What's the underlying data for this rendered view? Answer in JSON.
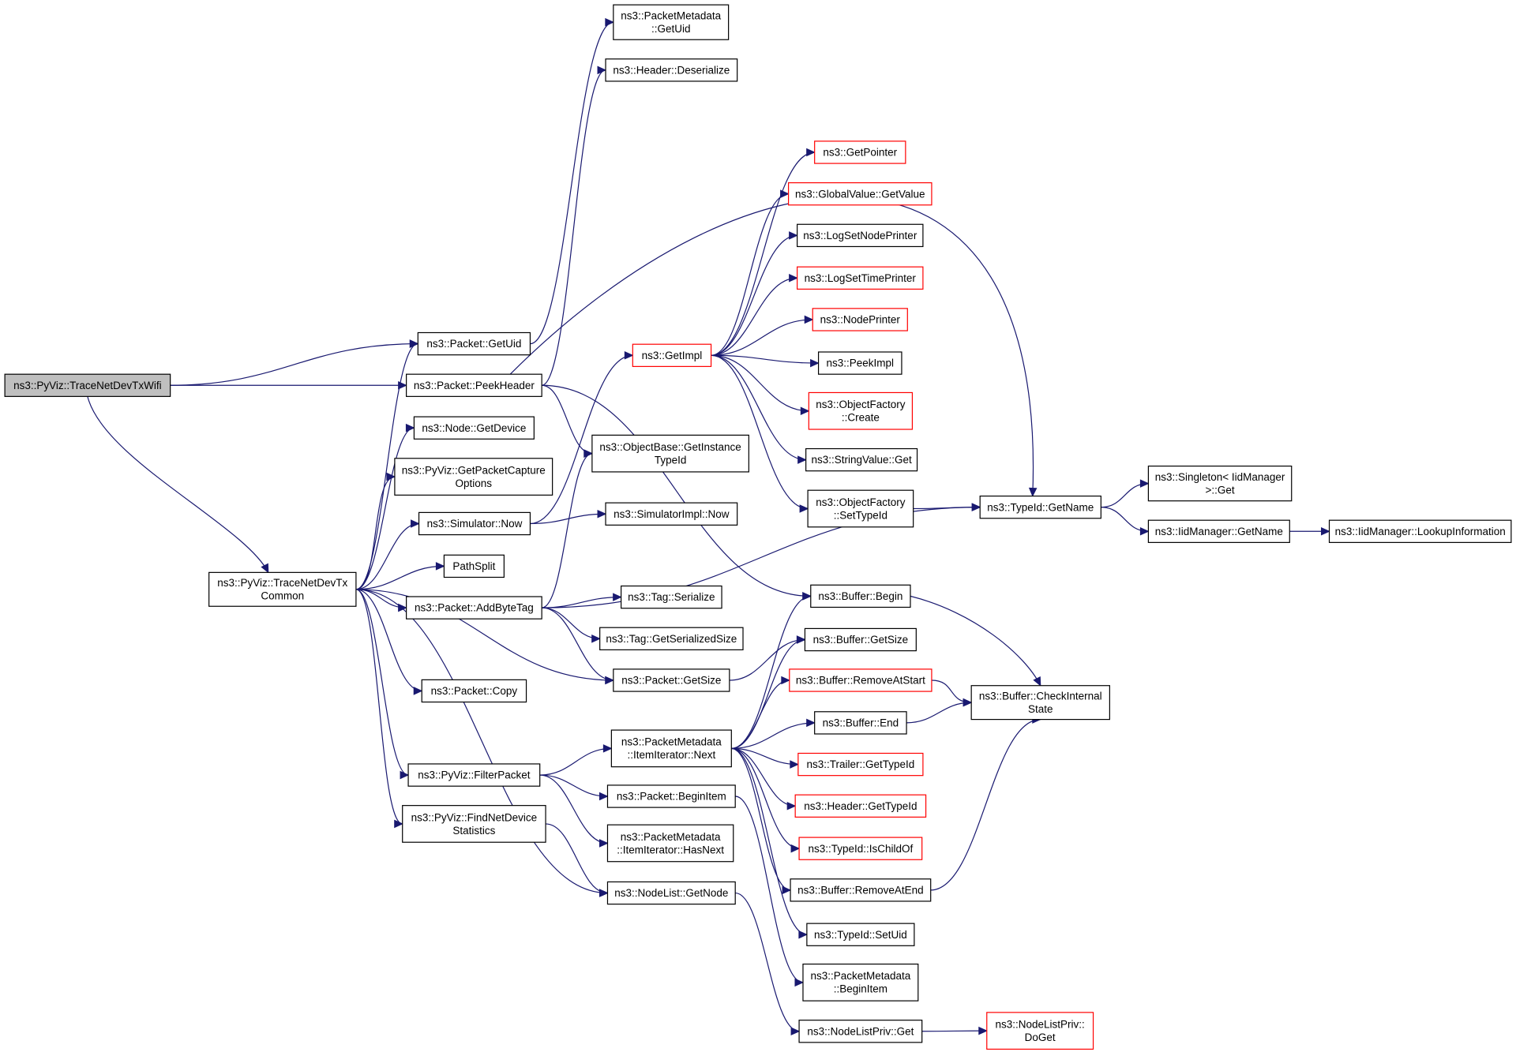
{
  "colors": {
    "edge": "#191970",
    "node_border": "#000000",
    "truncated_border": "#ff0000",
    "root_fill": "#bfbfbf",
    "background": "#ffffff"
  },
  "nodes": {
    "traceWifi": {
      "lines": [
        "ns3::PyViz::TraceNetDevTxWifi"
      ],
      "style": "root"
    },
    "traceCommon": {
      "lines": [
        "ns3::PyViz::TraceNetDevTx",
        "Common"
      ],
      "style": "normal"
    },
    "pktGetUid": {
      "lines": [
        "ns3::Packet::GetUid"
      ],
      "style": "normal"
    },
    "pktPeekHeader": {
      "lines": [
        "ns3::Packet::PeekHeader"
      ],
      "style": "normal"
    },
    "nodeGetDevice": {
      "lines": [
        "ns3::Node::GetDevice"
      ],
      "style": "normal"
    },
    "getPacketCapture": {
      "lines": [
        "ns3::PyViz::GetPacketCapture",
        "Options"
      ],
      "style": "normal"
    },
    "simNow": {
      "lines": [
        "ns3::Simulator::Now"
      ],
      "style": "normal"
    },
    "pathSplit": {
      "lines": [
        "PathSplit"
      ],
      "style": "normal"
    },
    "addByteTag": {
      "lines": [
        "ns3::Packet::AddByteTag"
      ],
      "style": "normal"
    },
    "pktCopy": {
      "lines": [
        "ns3::Packet::Copy"
      ],
      "style": "normal"
    },
    "filterPacket": {
      "lines": [
        "ns3::PyViz::FilterPacket"
      ],
      "style": "normal"
    },
    "findNetDevStats": {
      "lines": [
        "ns3::PyViz::FindNetDevice",
        "Statistics"
      ],
      "style": "normal"
    },
    "metaGetUid": {
      "lines": [
        "ns3::PacketMetadata",
        "::GetUid"
      ],
      "style": "normal"
    },
    "headerDeserialize": {
      "lines": [
        "ns3::Header::Deserialize"
      ],
      "style": "normal"
    },
    "getImpl": {
      "lines": [
        "ns3::GetImpl"
      ],
      "style": "truncated"
    },
    "objBaseGetInstance": {
      "lines": [
        "ns3::ObjectBase::GetInstance",
        "TypeId"
      ],
      "style": "normal"
    },
    "simImplNow": {
      "lines": [
        "ns3::SimulatorImpl::Now"
      ],
      "style": "normal"
    },
    "tagSerialize": {
      "lines": [
        "ns3::Tag::Serialize"
      ],
      "style": "normal"
    },
    "tagGetSerSize": {
      "lines": [
        "ns3::Tag::GetSerializedSize"
      ],
      "style": "normal"
    },
    "pktGetSize": {
      "lines": [
        "ns3::Packet::GetSize"
      ],
      "style": "normal"
    },
    "itemIterNext": {
      "lines": [
        "ns3::PacketMetadata",
        "::ItemIterator::Next"
      ],
      "style": "normal"
    },
    "pktBeginItem": {
      "lines": [
        "ns3::Packet::BeginItem"
      ],
      "style": "normal"
    },
    "itemIterHasNext": {
      "lines": [
        "ns3::PacketMetadata",
        "::ItemIterator::HasNext"
      ],
      "style": "normal"
    },
    "nodeListGetNode": {
      "lines": [
        "ns3::NodeList::GetNode"
      ],
      "style": "normal"
    },
    "getPointer": {
      "lines": [
        "ns3::GetPointer"
      ],
      "style": "truncated"
    },
    "globalValueGet": {
      "lines": [
        "ns3::GlobalValue::GetValue"
      ],
      "style": "truncated"
    },
    "logSetNodePrinter": {
      "lines": [
        "ns3::LogSetNodePrinter"
      ],
      "style": "normal"
    },
    "logSetTimePrinter": {
      "lines": [
        "ns3::LogSetTimePrinter"
      ],
      "style": "truncated"
    },
    "nodePrinter": {
      "lines": [
        "ns3::NodePrinter"
      ],
      "style": "truncated"
    },
    "peekImpl": {
      "lines": [
        "ns3::PeekImpl"
      ],
      "style": "normal"
    },
    "objFactoryCreate": {
      "lines": [
        "ns3::ObjectFactory",
        "::Create"
      ],
      "style": "truncated"
    },
    "stringValueGet": {
      "lines": [
        "ns3::StringValue::Get"
      ],
      "style": "normal"
    },
    "objFactorySetTypeId": {
      "lines": [
        "ns3::ObjectFactory",
        "::SetTypeId"
      ],
      "style": "normal"
    },
    "bufferBegin": {
      "lines": [
        "ns3::Buffer::Begin"
      ],
      "style": "normal"
    },
    "bufferGetSize": {
      "lines": [
        "ns3::Buffer::GetSize"
      ],
      "style": "normal"
    },
    "bufferRemoveAtStart": {
      "lines": [
        "ns3::Buffer::RemoveAtStart"
      ],
      "style": "truncated"
    },
    "bufferEnd": {
      "lines": [
        "ns3::Buffer::End"
      ],
      "style": "normal"
    },
    "trailerGetTypeId": {
      "lines": [
        "ns3::Trailer::GetTypeId"
      ],
      "style": "truncated"
    },
    "headerGetTypeId": {
      "lines": [
        "ns3::Header::GetTypeId"
      ],
      "style": "truncated"
    },
    "typeIdIsChildOf": {
      "lines": [
        "ns3::TypeId::IsChildOf"
      ],
      "style": "truncated"
    },
    "bufferRemoveAtEnd": {
      "lines": [
        "ns3::Buffer::RemoveAtEnd"
      ],
      "style": "normal"
    },
    "typeIdSetUid": {
      "lines": [
        "ns3::TypeId::SetUid"
      ],
      "style": "normal"
    },
    "metaBeginItem": {
      "lines": [
        "ns3::PacketMetadata",
        "::BeginItem"
      ],
      "style": "normal"
    },
    "nodeListPrivGet": {
      "lines": [
        "ns3::NodeListPriv::Get"
      ],
      "style": "normal"
    },
    "typeIdGetName": {
      "lines": [
        "ns3::TypeId::GetName"
      ],
      "style": "normal"
    },
    "bufferCheckInternal": {
      "lines": [
        "ns3::Buffer::CheckInternal",
        "State"
      ],
      "style": "normal"
    },
    "nodeListPrivDoGet": {
      "lines": [
        "ns3::NodeListPriv::",
        "DoGet"
      ],
      "style": "truncated"
    },
    "singletonGet": {
      "lines": [
        "ns3::Singleton< IidManager",
        ">::Get"
      ],
      "style": "normal"
    },
    "iidManagerGetName": {
      "lines": [
        "ns3::IidManager::GetName"
      ],
      "style": "normal"
    },
    "iidLookupInfo": {
      "lines": [
        "ns3::IidManager::LookupInformation"
      ],
      "style": "normal"
    }
  },
  "edges": [
    [
      "traceWifi",
      "pktGetUid"
    ],
    [
      "traceWifi",
      "pktPeekHeader"
    ],
    [
      "traceWifi",
      "traceCommon"
    ],
    [
      "traceCommon",
      "pktGetUid"
    ],
    [
      "traceCommon",
      "nodeGetDevice"
    ],
    [
      "traceCommon",
      "getPacketCapture"
    ],
    [
      "traceCommon",
      "simNow"
    ],
    [
      "traceCommon",
      "pathSplit"
    ],
    [
      "traceCommon",
      "addByteTag"
    ],
    [
      "traceCommon",
      "pktGetSize"
    ],
    [
      "traceCommon",
      "pktCopy"
    ],
    [
      "traceCommon",
      "filterPacket"
    ],
    [
      "traceCommon",
      "findNetDevStats"
    ],
    [
      "traceCommon",
      "nodeListGetNode"
    ],
    [
      "pktGetUid",
      "metaGetUid"
    ],
    [
      "pktPeekHeader",
      "headerDeserialize"
    ],
    [
      "pktPeekHeader",
      "typeIdGetName"
    ],
    [
      "pktPeekHeader",
      "objBaseGetInstance"
    ],
    [
      "pktPeekHeader",
      "bufferBegin"
    ],
    [
      "simNow",
      "getImpl"
    ],
    [
      "simNow",
      "simImplNow"
    ],
    [
      "addByteTag",
      "objBaseGetInstance"
    ],
    [
      "addByteTag",
      "typeIdGetName"
    ],
    [
      "addByteTag",
      "tagSerialize"
    ],
    [
      "addByteTag",
      "tagGetSerSize"
    ],
    [
      "addByteTag",
      "pktGetSize"
    ],
    [
      "filterPacket",
      "itemIterNext"
    ],
    [
      "filterPacket",
      "pktBeginItem"
    ],
    [
      "filterPacket",
      "itemIterHasNext"
    ],
    [
      "findNetDevStats",
      "nodeListGetNode"
    ],
    [
      "getImpl",
      "getPointer"
    ],
    [
      "getImpl",
      "globalValueGet"
    ],
    [
      "getImpl",
      "logSetNodePrinter"
    ],
    [
      "getImpl",
      "logSetTimePrinter"
    ],
    [
      "getImpl",
      "nodePrinter"
    ],
    [
      "getImpl",
      "peekImpl"
    ],
    [
      "getImpl",
      "objFactoryCreate"
    ],
    [
      "getImpl",
      "stringValueGet"
    ],
    [
      "getImpl",
      "objFactorySetTypeId"
    ],
    [
      "pktGetSize",
      "bufferGetSize"
    ],
    [
      "itemIterNext",
      "bufferBegin"
    ],
    [
      "itemIterNext",
      "bufferGetSize"
    ],
    [
      "itemIterNext",
      "bufferRemoveAtStart"
    ],
    [
      "itemIterNext",
      "bufferEnd"
    ],
    [
      "itemIterNext",
      "trailerGetTypeId"
    ],
    [
      "itemIterNext",
      "headerGetTypeId"
    ],
    [
      "itemIterNext",
      "typeIdIsChildOf"
    ],
    [
      "itemIterNext",
      "bufferRemoveAtEnd"
    ],
    [
      "itemIterNext",
      "typeIdSetUid"
    ],
    [
      "pktBeginItem",
      "metaBeginItem"
    ],
    [
      "nodeListGetNode",
      "nodeListPrivGet"
    ],
    [
      "objFactorySetTypeId",
      "typeIdGetName"
    ],
    [
      "bufferBegin",
      "bufferCheckInternal"
    ],
    [
      "bufferRemoveAtStart",
      "bufferCheckInternal"
    ],
    [
      "bufferEnd",
      "bufferCheckInternal"
    ],
    [
      "bufferRemoveAtEnd",
      "bufferCheckInternal"
    ],
    [
      "nodeListPrivGet",
      "nodeListPrivDoGet"
    ],
    [
      "typeIdGetName",
      "singletonGet"
    ],
    [
      "typeIdGetName",
      "iidManagerGetName"
    ],
    [
      "iidManagerGetName",
      "iidLookupInfo"
    ]
  ]
}
